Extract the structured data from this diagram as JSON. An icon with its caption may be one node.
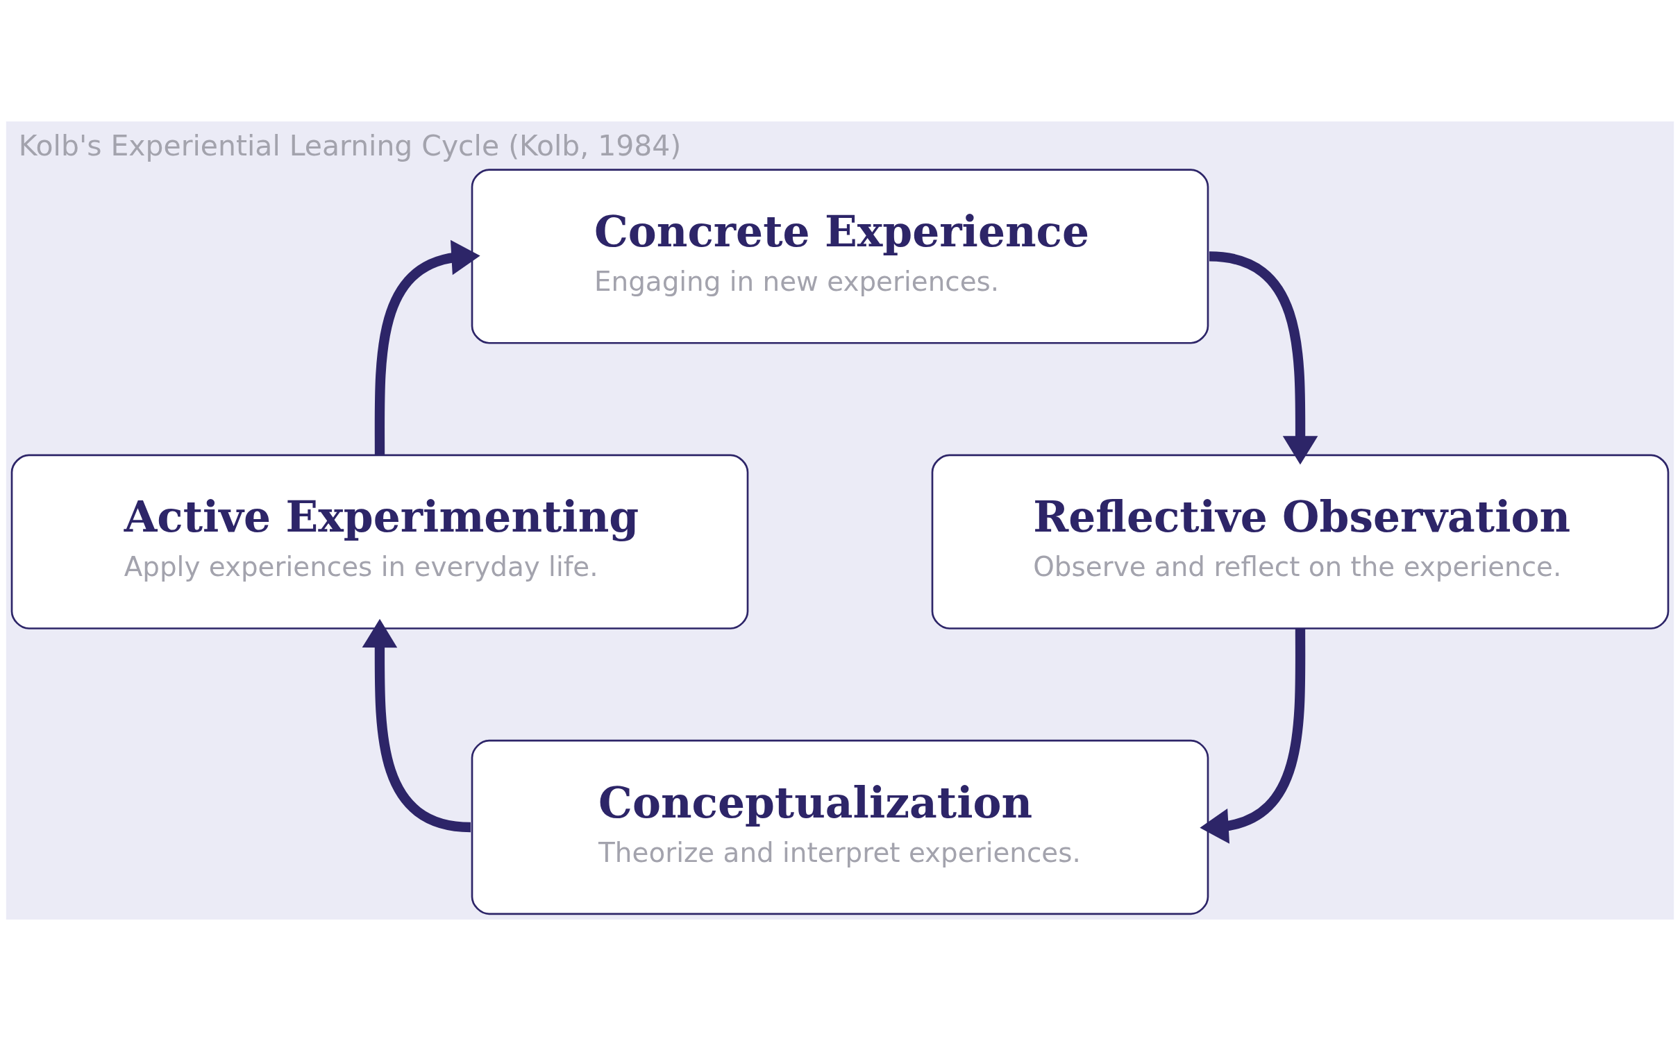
{
  "diagram": {
    "title": "Kolb's Experiential Learning Cycle (Kolb, 1984)",
    "nodes": [
      {
        "text": [
          "Concrete Experience",
          "Engaging in new experiences."
        ]
      },
      {
        "text": [
          "Active Experimenting",
          "Apply experiences in everyday life."
        ]
      },
      {
        "text": [
          "Reflective Observation",
          "Observe and reflect on the experience."
        ]
      },
      {
        "text": [
          "Conceptualization",
          "Theorize and interpret experiences."
        ]
      }
    ],
    "edges": [
      {
        "from": 0,
        "to": 2,
        "arrow": "to"
      },
      {
        "from": 2,
        "to": 3,
        "arrow": "to"
      },
      {
        "from": 3,
        "to": 1,
        "arrow": "to"
      },
      {
        "from": 1,
        "to": 0,
        "arrow": "to"
      }
    ]
  }
}
